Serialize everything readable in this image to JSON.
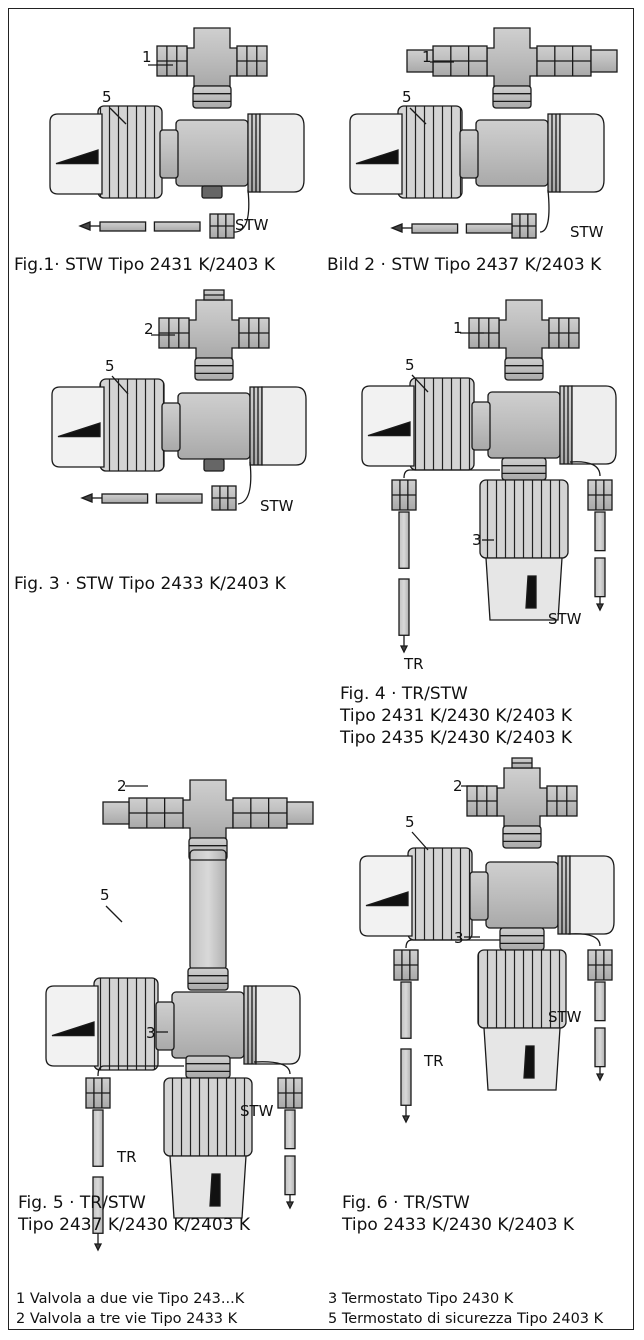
{
  "figures": [
    {
      "id": "fig1",
      "callouts": {
        "valve": "1",
        "limiter": "5"
      },
      "sensor_label": "STW",
      "caption": [
        "Fig.1· STW Tipo 2431 K/2403 K"
      ]
    },
    {
      "id": "fig2",
      "callouts": {
        "valve": "1",
        "limiter": "5"
      },
      "sensor_label": "STW",
      "caption": [
        "Bild 2 · STW Tipo 2437 K/2403 K"
      ]
    },
    {
      "id": "fig3",
      "callouts": {
        "valve": "2",
        "limiter": "5"
      },
      "sensor_label": "STW",
      "caption": [
        "Fig. 3 · STW Tipo 2433 K/2403 K"
      ]
    },
    {
      "id": "fig4",
      "callouts": {
        "valve": "1",
        "limiter": "5",
        "thermostat": "3"
      },
      "sensor_labels": {
        "left": "TR",
        "right": "STW"
      },
      "caption": [
        "Fig. 4 · TR/STW",
        "Tipo 2431 K/2430 K/2403 K",
        "Tipo 2435 K/2430 K/2403 K"
      ]
    },
    {
      "id": "fig5",
      "callouts": {
        "valve": "2",
        "limiter": "5",
        "thermostat": "3"
      },
      "sensor_labels": {
        "left": "TR",
        "right": "STW"
      },
      "caption": [
        "Fig. 5 · TR/STW",
        "Tipo 2437 K/2430 K/2403 K"
      ]
    },
    {
      "id": "fig6",
      "callouts": {
        "valve": "2",
        "limiter": "5",
        "thermostat": "3"
      },
      "sensor_labels": {
        "left": "TR",
        "right": "STW"
      },
      "caption": [
        "Fig. 6 · TR/STW",
        "Tipo 2433 K/2430 K/2403 K"
      ]
    }
  ],
  "legend": [
    "1 Valvola a due vie Tipo 243...K",
    "2  Valvola a tre vie Tipo 2433 K",
    "3  Termostato Tipo 2430 K",
    "5  Termostato di sicurezza Tipo 2403 K"
  ]
}
